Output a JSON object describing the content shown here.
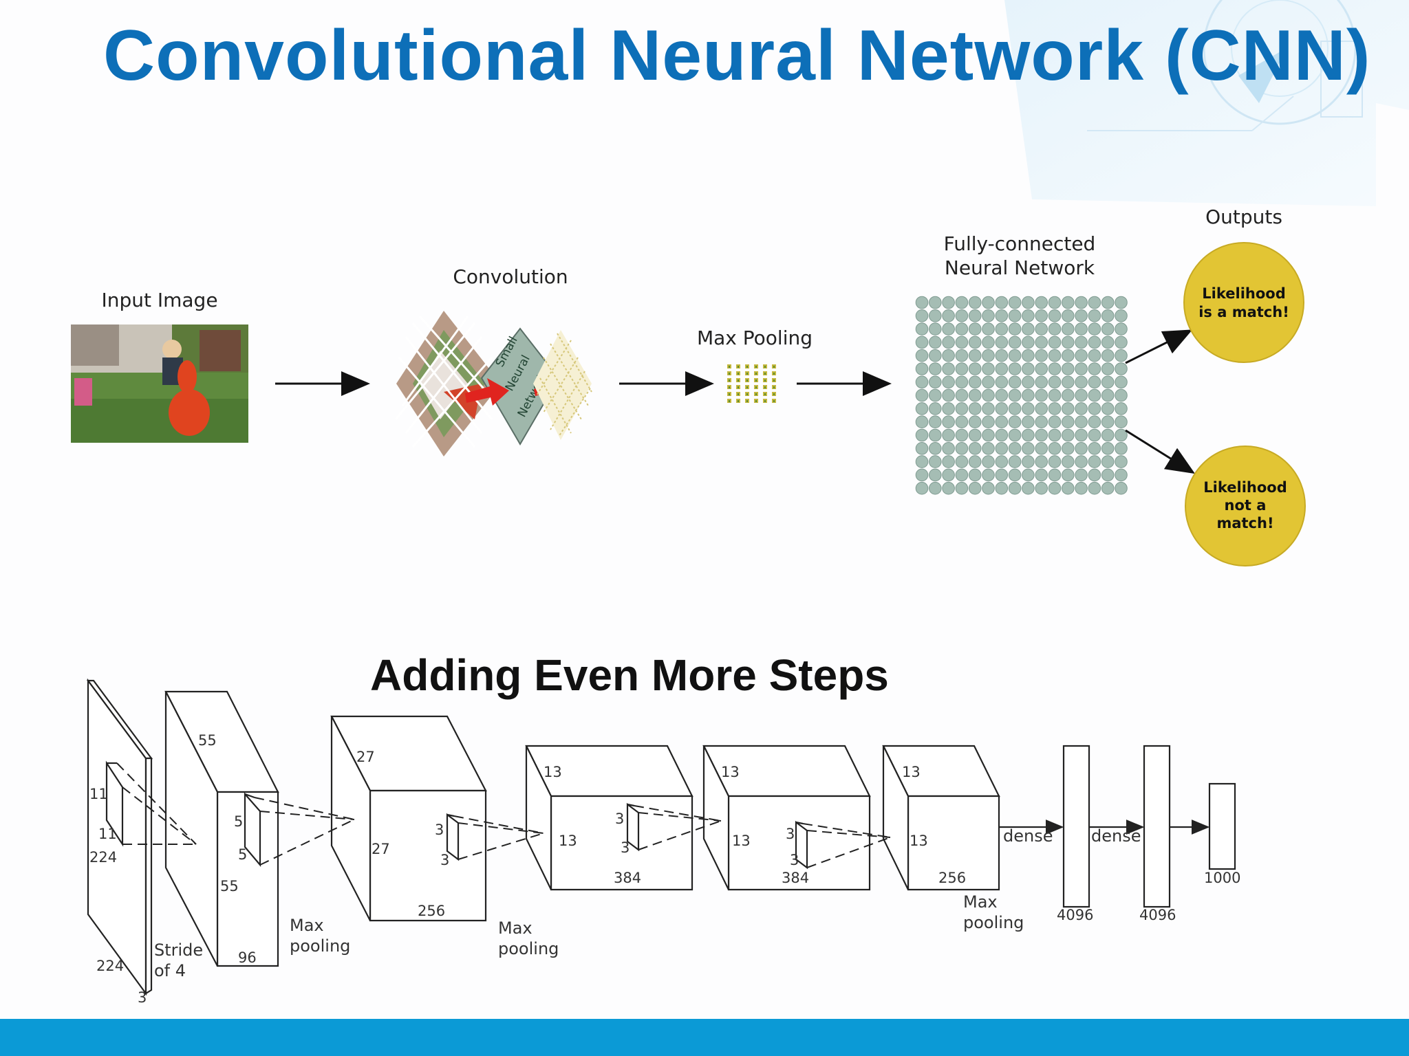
{
  "slide": {
    "title": "Convolutional Neural Network (CNN)",
    "subtitle": "Adding Even More Steps"
  },
  "pipeline": {
    "input_label": "Input Image",
    "convolution_label": "Convolution",
    "small_network_label_1": "Small",
    "small_network_label_2": "Neural",
    "small_network_label_3": "Network",
    "max_pooling_label": "Max Pooling",
    "fc_label_line1": "Fully-connected",
    "fc_label_line2": "Neural Network",
    "outputs_label": "Outputs",
    "output_match_line1": "Likelihood",
    "output_match_line2": "is a match!",
    "output_nomatch_line1": "Likelihood",
    "output_nomatch_line2": "not a",
    "output_nomatch_line3": "match!"
  },
  "alexnet": {
    "input_dim1": "224",
    "input_dim2": "224",
    "input_depth": "3",
    "kernel1_a": "11",
    "kernel1_b": "11",
    "stride_line1": "Stride",
    "stride_line2": "of 4",
    "layer1_h": "55",
    "layer1_w": "55",
    "layer1_d": "96",
    "kernel2_a": "5",
    "kernel2_b": "5",
    "pool1_line1": "Max",
    "pool1_line2": "pooling",
    "layer2_h": "27",
    "layer2_w": "27",
    "layer2_d": "256",
    "kernel3_a": "3",
    "kernel3_b": "3",
    "pool2_line1": "Max",
    "pool2_line2": "pooling",
    "layer3_h": "13",
    "layer3_w": "13",
    "layer3_d": "384",
    "kernel4_a": "3",
    "kernel4_b": "3",
    "layer4_h": "13",
    "layer4_w": "13",
    "layer4_d": "384",
    "kernel5_a": "3",
    "kernel5_b": "3",
    "layer5_h": "13",
    "layer5_w": "13",
    "layer5_d": "256",
    "pool3_line1": "Max",
    "pool3_line2": "pooling",
    "dense1_label": "dense",
    "dense2_label": "dense",
    "fc1_size": "4096",
    "fc2_size": "4096",
    "output_size": "1000"
  },
  "colors": {
    "title": "#0d6fb8",
    "bar": "#0b9ad6",
    "output_circle": "#e2c534",
    "fc_node": "#a5bdb4"
  }
}
